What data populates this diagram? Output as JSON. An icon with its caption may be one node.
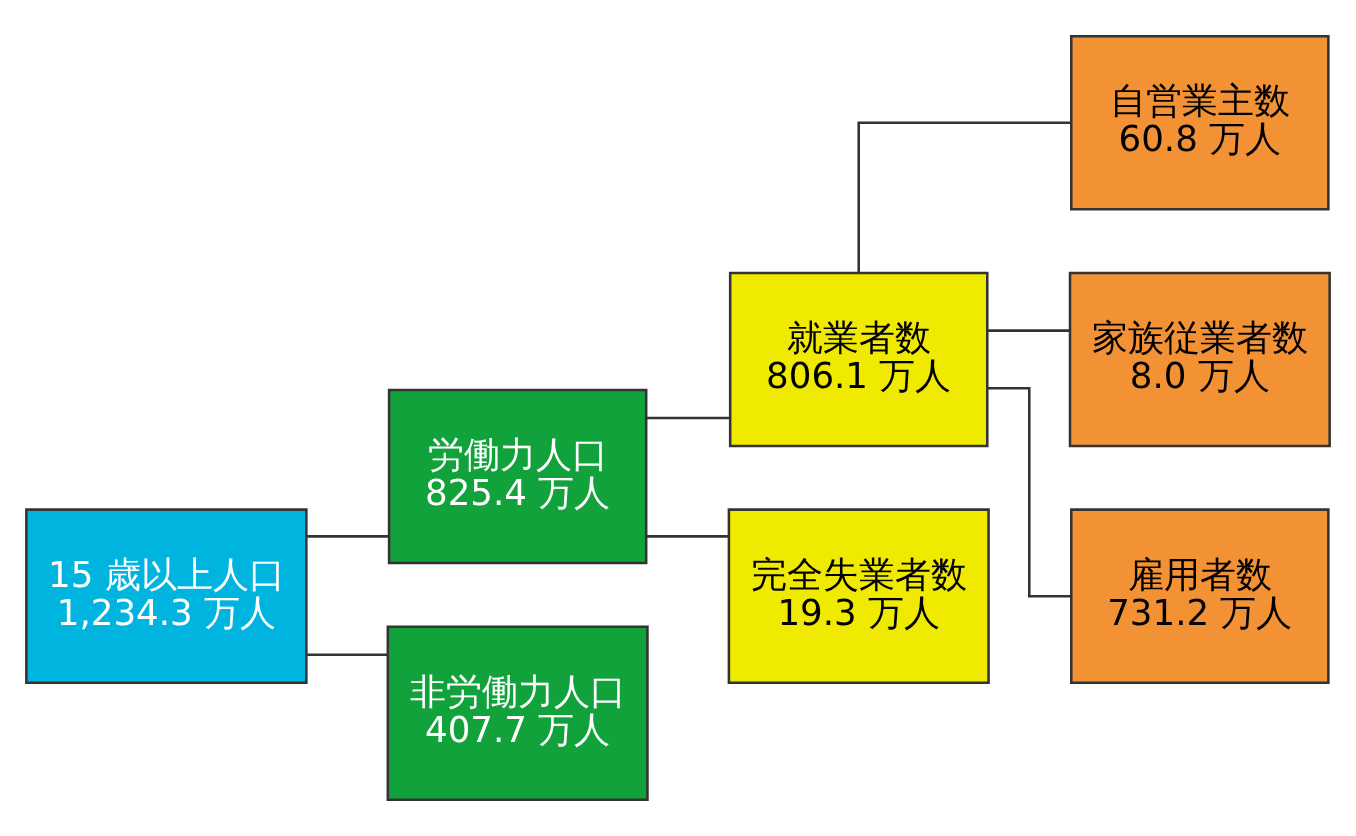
{
  "diagram": {
    "nodes": [
      {
        "text": [
          "15 歳以上人口",
          "1,234.3 万人"
        ]
      },
      {
        "text": [
          "労働力人口",
          "825.4 万人"
        ]
      },
      {
        "text": [
          "非労働力人口",
          "407.7 万人"
        ]
      },
      {
        "text": [
          "就業者数",
          "806.1 万人"
        ]
      },
      {
        "text": [
          "完全失業者数",
          "19.3 万人"
        ]
      },
      {
        "text": [
          "自営業主数",
          "60.8 万人"
        ]
      },
      {
        "text": [
          "家族従業者数",
          "8.0 万人"
        ]
      },
      {
        "text": [
          "雇用者数",
          "731.2 万人"
        ]
      }
    ],
    "edges": [
      {
        "from": 0,
        "to": 1,
        "arrow": "none"
      },
      {
        "from": 0,
        "to": 2,
        "arrow": "none"
      },
      {
        "from": 1,
        "to": 3,
        "arrow": "none"
      },
      {
        "from": 1,
        "to": 4,
        "arrow": "none"
      },
      {
        "from": 3,
        "to": 5,
        "arrow": "none"
      },
      {
        "from": 3,
        "to": 6,
        "arrow": "none"
      },
      {
        "from": 3,
        "to": 7,
        "arrow": "none"
      }
    ]
  }
}
